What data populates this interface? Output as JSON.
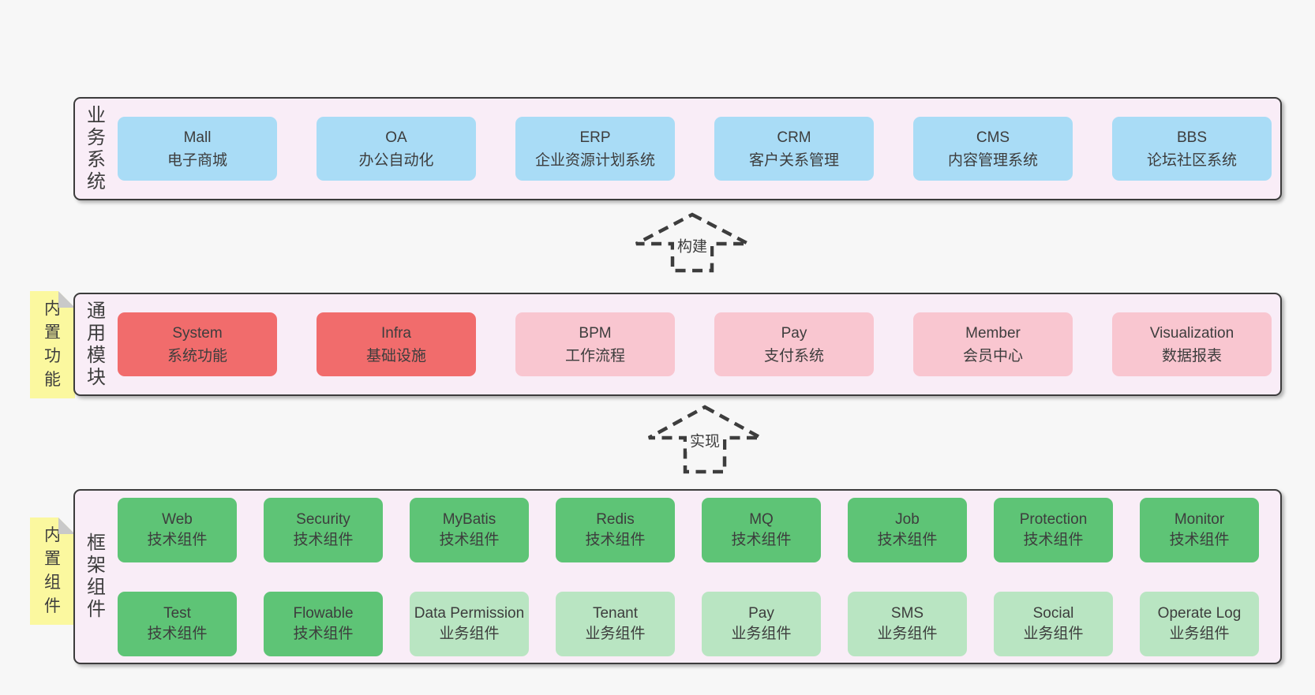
{
  "colors": {
    "page-bg": "#f7f7f7",
    "band-bg": "#f9edf7",
    "band-border": "#3c3c3c",
    "node-blue": "#a9dcf6",
    "node-red": "#f16c6c",
    "node-pink": "#f9c6d0",
    "node-green": "#5ec476",
    "node-green-light": "#b9e5c2",
    "tab-yellow": "#fbf89f",
    "tab-fold": "#c9c9c9",
    "text": "#3d3d3d"
  },
  "sections": [
    {
      "label": "业务系统",
      "boxes": [
        {
          "name": "Mall",
          "desc": "电子商城"
        },
        {
          "name": "OA",
          "desc": "办公自动化"
        },
        {
          "name": "ERP",
          "desc": "企业资源计划系统"
        },
        {
          "name": "CRM",
          "desc": "客户关系管理"
        },
        {
          "name": "CMS",
          "desc": "内容管理系统"
        },
        {
          "name": "BBS",
          "desc": "论坛社区系统"
        }
      ]
    },
    {
      "label": "通用模块",
      "tab": "内置功能",
      "boxes": [
        {
          "name": "System",
          "desc": "系统功能"
        },
        {
          "name": "Infra",
          "desc": "基础设施"
        },
        {
          "name": "BPM",
          "desc": "工作流程"
        },
        {
          "name": "Pay",
          "desc": "支付系统"
        },
        {
          "name": "Member",
          "desc": "会员中心"
        },
        {
          "name": "Visualization",
          "desc": "数据报表"
        }
      ]
    },
    {
      "label": "框架组件",
      "tab": "内置组件",
      "rows": [
        [
          {
            "name": "Web",
            "desc": "技术组件"
          },
          {
            "name": "Security",
            "desc": "技术组件"
          },
          {
            "name": "MyBatis",
            "desc": "技术组件"
          },
          {
            "name": "Redis",
            "desc": "技术组件"
          },
          {
            "name": "MQ",
            "desc": "技术组件"
          },
          {
            "name": "Job",
            "desc": "技术组件"
          },
          {
            "name": "Protection",
            "desc": "技术组件"
          },
          {
            "name": "Monitor",
            "desc": "技术组件"
          }
        ],
        [
          {
            "name": "Test",
            "desc": "技术组件"
          },
          {
            "name": "Flowable",
            "desc": "技术组件"
          },
          {
            "name": "Data Permission",
            "desc": "业务组件"
          },
          {
            "name": "Tenant",
            "desc": "业务组件"
          },
          {
            "name": "Pay",
            "desc": "业务组件"
          },
          {
            "name": "SMS",
            "desc": "业务组件"
          },
          {
            "name": "Social",
            "desc": "业务组件"
          },
          {
            "name": "Operate Log",
            "desc": "业务组件"
          }
        ]
      ]
    }
  ],
  "arrows": [
    {
      "label": "构建"
    },
    {
      "label": "实现"
    }
  ]
}
